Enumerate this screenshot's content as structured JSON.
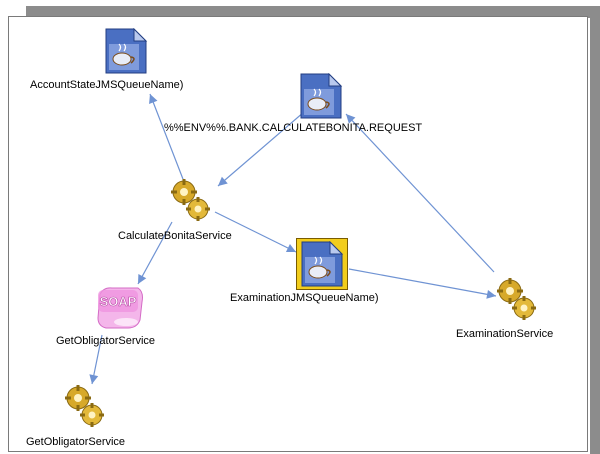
{
  "colors": {
    "edge": "#6f93d3",
    "frame_shadow": "#8c8c8c",
    "service_gold": "#d7a92a",
    "queue_blue": "#4a6fc2",
    "selection_yellow": "#f2cd1c",
    "soap_pink": "#e874d4"
  },
  "nodes": {
    "account_state_queue": {
      "label": "AccountStateJMSQueueName)",
      "icon": "jms-queue-document-icon"
    },
    "bank_request_queue": {
      "label": "%%ENV%%.BANK.CALCULATEBONITA.REQUEST",
      "icon": "jms-queue-document-icon"
    },
    "calculate_bonita_service": {
      "label": "CalculateBonitaService",
      "icon": "service-gears-icon"
    },
    "examination_queue": {
      "label": "ExaminationJMSQueueName)",
      "icon": "jms-queue-document-icon",
      "selected": true
    },
    "examination_service": {
      "label": "ExaminationService",
      "icon": "service-gears-icon"
    },
    "get_obligator_soap": {
      "label": "GetObligatorService",
      "icon": "soap-icon",
      "badge_text": "SOAP"
    },
    "get_obligator_service": {
      "label": "GetObligatorService",
      "icon": "service-gears-icon"
    }
  },
  "edges": [
    {
      "from": "calculate_bonita_service",
      "to": "account_state_queue"
    },
    {
      "from": "bank_request_queue",
      "to": "calculate_bonita_service"
    },
    {
      "from": "examination_service",
      "to": "bank_request_queue"
    },
    {
      "from": "calculate_bonita_service",
      "to": "examination_queue"
    },
    {
      "from": "examination_queue",
      "to": "examination_service"
    },
    {
      "from": "calculate_bonita_service",
      "to": "get_obligator_soap"
    },
    {
      "from": "get_obligator_soap",
      "to": "get_obligator_service"
    }
  ]
}
